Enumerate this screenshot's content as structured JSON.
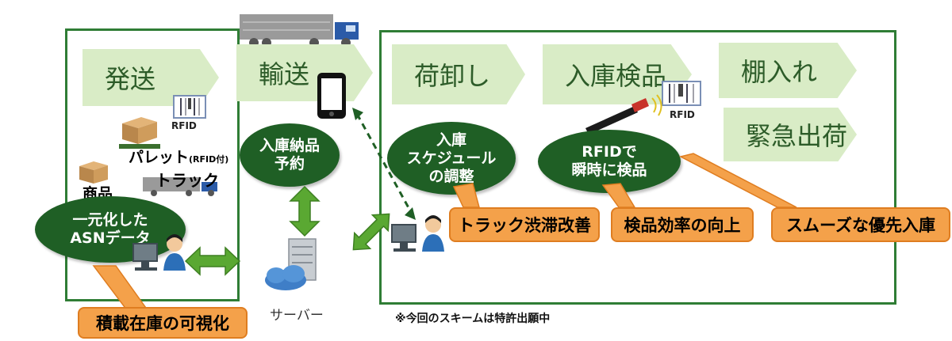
{
  "diagram": {
    "shipping_panel": {
      "step_label": "発送",
      "rfid_label": "RFID",
      "pallet_label": "パレット",
      "pallet_note": "(RFID付)",
      "product_label": "商品",
      "truck_label": "トラック",
      "asn_line1": "一元化した",
      "asn_line2": "ASNデータ",
      "visibility_callout": "積載在庫の可視化"
    },
    "transport": {
      "step_label": "輸送",
      "reservation_line1": "入庫納品",
      "reservation_line2": "予約",
      "server_label": "サーバー"
    },
    "receiving_panel": {
      "unloading_label": "荷卸し",
      "inspection_label": "入庫検品",
      "shelving_label": "棚入れ",
      "urgent_label": "緊急出荷",
      "rfid_label": "RFID",
      "schedule_line1": "入庫",
      "schedule_line2": "スケジュール",
      "schedule_line3": "の調整",
      "rfid_check_line1": "RFIDで",
      "rfid_check_line2": "瞬時に検品",
      "callout_truck": "トラック渋滞改善",
      "callout_inspection": "検品効率の向上",
      "callout_priority": "スムーズな優先入庫"
    },
    "footnote": "※今回のスキームは特許出願中"
  },
  "colors": {
    "frame_green": "#2f7d35",
    "step_fill": "#d9ecc6",
    "oval_fill": "#1f5f25",
    "callout_fill": "#f4a14a",
    "arrow_green": "#5aa832"
  }
}
